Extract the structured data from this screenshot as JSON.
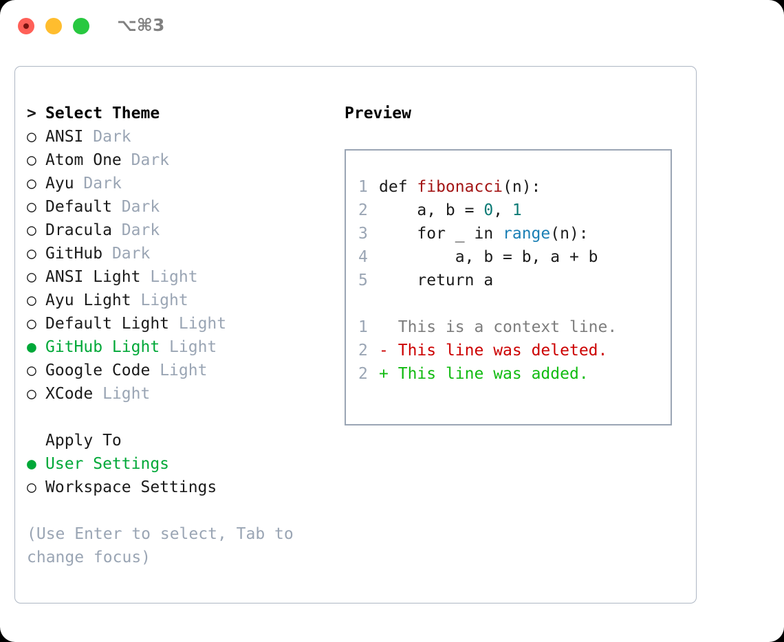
{
  "titlebar": {
    "shortcut": "⌥⌘3",
    "lights": [
      {
        "name": "close",
        "color": "#ff6058"
      },
      {
        "name": "minimize",
        "color": "#ffbd2e"
      },
      {
        "name": "maximize",
        "color": "#28c840"
      }
    ]
  },
  "theme_list": {
    "header_marker": ">",
    "header": "Select Theme",
    "selected_color": "#00a838",
    "tag_color": "#9aa5b4",
    "items": [
      {
        "marker": "○",
        "label": "ANSI",
        "tag": "Dark",
        "selected": false
      },
      {
        "marker": "○",
        "label": "Atom One",
        "tag": "Dark",
        "selected": false
      },
      {
        "marker": "○",
        "label": "Ayu",
        "tag": "Dark",
        "selected": false
      },
      {
        "marker": "○",
        "label": "Default",
        "tag": "Dark",
        "selected": false
      },
      {
        "marker": "○",
        "label": "Dracula",
        "tag": "Dark",
        "selected": false
      },
      {
        "marker": "○",
        "label": "GitHub",
        "tag": "Dark",
        "selected": false
      },
      {
        "marker": "○",
        "label": "ANSI Light",
        "tag": "Light",
        "selected": false
      },
      {
        "marker": "○",
        "label": "Ayu Light",
        "tag": "Light",
        "selected": false
      },
      {
        "marker": "○",
        "label": "Default Light",
        "tag": "Light",
        "selected": false
      },
      {
        "marker": "●",
        "label": "GitHub Light",
        "tag": "Light",
        "selected": true
      },
      {
        "marker": "○",
        "label": "Google Code",
        "tag": "Light",
        "selected": false
      },
      {
        "marker": "○",
        "label": "XCode",
        "tag": "Light",
        "selected": false
      }
    ]
  },
  "apply_to": {
    "header": "Apply To",
    "items": [
      {
        "marker": "●",
        "label": "User Settings",
        "selected": true
      },
      {
        "marker": "○",
        "label": "Workspace Settings",
        "selected": false
      }
    ]
  },
  "hint": "(Use Enter to select, Tab to change focus)",
  "preview": {
    "title": "Preview",
    "code_lines": [
      {
        "number": "1",
        "segments": [
          {
            "text": "def ",
            "type": "plain"
          },
          {
            "text": "fibonacci",
            "type": "function"
          },
          {
            "text": "(n):",
            "type": "plain"
          }
        ]
      },
      {
        "number": "2",
        "segments": [
          {
            "text": "    a, b = ",
            "type": "plain"
          },
          {
            "text": "0",
            "type": "number"
          },
          {
            "text": ", ",
            "type": "plain"
          },
          {
            "text": "1",
            "type": "number"
          }
        ]
      },
      {
        "number": "3",
        "segments": [
          {
            "text": "    for _ in ",
            "type": "plain"
          },
          {
            "text": "range",
            "type": "call"
          },
          {
            "text": "(n):",
            "type": "plain"
          }
        ]
      },
      {
        "number": "4",
        "segments": [
          {
            "text": "        a, b = b, a + b",
            "type": "plain"
          }
        ]
      },
      {
        "number": "5",
        "segments": [
          {
            "text": "    return a",
            "type": "plain"
          }
        ]
      }
    ],
    "diff_lines": [
      {
        "number": "1",
        "marker": " ",
        "text": "This is a context line.",
        "type": "context"
      },
      {
        "number": "2",
        "marker": "-",
        "text": "This line was deleted.",
        "type": "deletion"
      },
      {
        "number": "2",
        "marker": "+",
        "text": "This line was added.",
        "type": "addition"
      }
    ],
    "colors": {
      "function": "#a31515",
      "number": "#0b7a75",
      "call": "#1a7fb5",
      "context": "#7d7d7d",
      "deletion": "#cc0000",
      "addition": "#11bb11",
      "line_number": "#9aa5b4",
      "border": "#9aa5b4"
    }
  }
}
